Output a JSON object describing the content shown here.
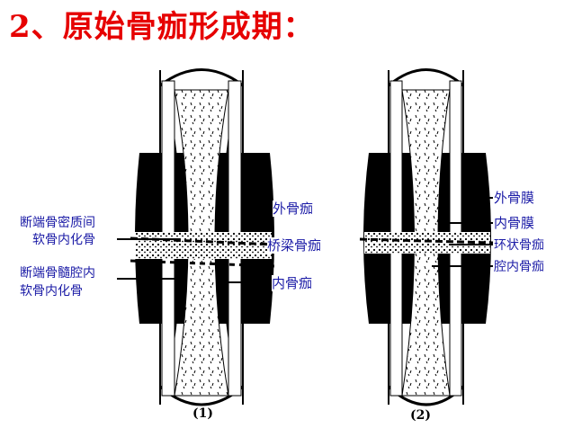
{
  "title": "2、原始骨痂形成期：",
  "figure1": {
    "caption": "(1)",
    "labels": {
      "external_callus": "外骨痂",
      "bridging_callus": "桥梁骨痂",
      "internal_callus": "内骨痂",
      "left_upper_line1": "断端骨密质间",
      "left_upper_line2": "软骨内化骨",
      "left_lower_line1": "断端骨髓腔内",
      "left_lower_line2": "软骨内化骨"
    }
  },
  "figure2": {
    "caption": "(2)",
    "labels": {
      "periosteum_outer": "外骨膜",
      "periosteum_inner": "内骨膜",
      "ring_callus": "环状骨痂",
      "medullary_callus": "腔内骨痂"
    }
  },
  "colors": {
    "title": "#e60000",
    "labels": "#1a1aa6"
  }
}
